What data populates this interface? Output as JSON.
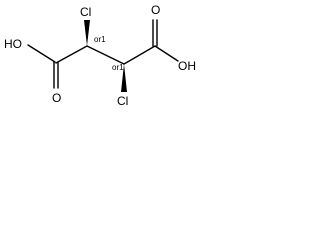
{
  "molecule": {
    "atoms": {
      "cl_top": "Cl",
      "cl_bottom": "Cl",
      "oh_left": "HO",
      "oh_right": "OH",
      "o_left": "O",
      "o_right": "O"
    },
    "stereo_labels": {
      "left": "or1",
      "right": "or1"
    },
    "colors": {
      "ink": "#000000",
      "background": "#ffffff"
    }
  }
}
